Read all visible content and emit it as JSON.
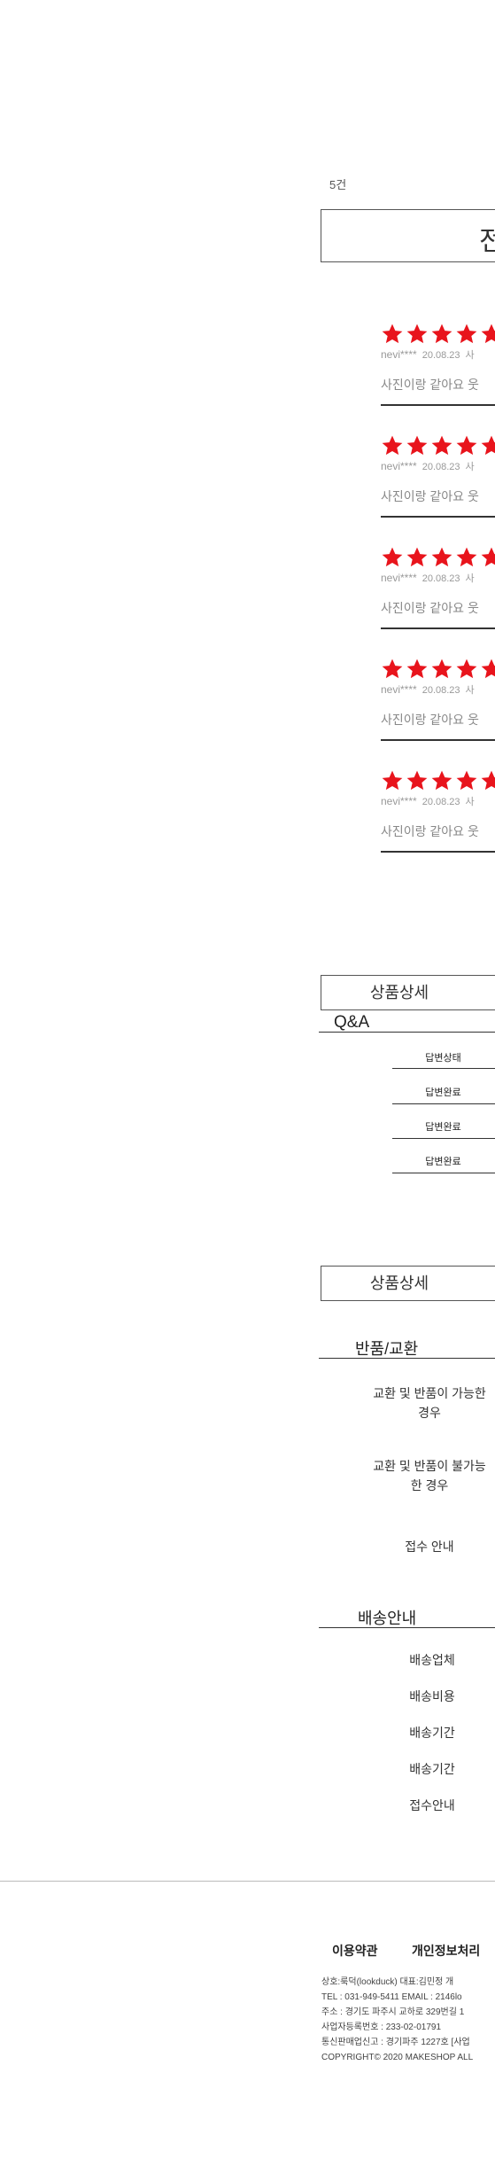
{
  "reviews": {
    "count_label": "5건",
    "filter_label": "전",
    "items": [
      {
        "rating": 5,
        "user": "nevi****",
        "date": "20.08.23",
        "extra": "사",
        "text": "사진이랑 같아요 웃"
      },
      {
        "rating": 5,
        "user": "nevi****",
        "date": "20.08.23",
        "extra": "사",
        "text": "사진이랑 같아요 웃"
      },
      {
        "rating": 5,
        "user": "nevi****",
        "date": "20.08.23",
        "extra": "사",
        "text": "사진이랑 같아요 웃"
      },
      {
        "rating": 5,
        "user": "nevi****",
        "date": "20.08.23",
        "extra": "사",
        "text": "사진이랑 같아요 웃"
      },
      {
        "rating": 5,
        "user": "nevi****",
        "date": "20.08.23",
        "extra": "사",
        "text": "사진이랑 같아요 웃"
      }
    ],
    "star_color": "#e8141c"
  },
  "detail_buttons": {
    "first": "상품상세",
    "second": "상품상세"
  },
  "qa": {
    "title": "Q&A",
    "header": "답변상태",
    "rows": [
      "답변완료",
      "답변완료",
      "답변완료"
    ]
  },
  "returns": {
    "title": "반품/교환",
    "possible": "교환 및 반품이 가능한 경우",
    "impossible": "교환 및 반품이 불가능한 경우",
    "reception": "접수 안내"
  },
  "delivery": {
    "title": "배송안내",
    "items": [
      "배송업체",
      "배송비용",
      "배송기간",
      "배송기간",
      "접수안내"
    ]
  },
  "footer": {
    "terms": "이용약관",
    "privacy": "개인정보처리",
    "lines": [
      "상호:룩덕(lookduck)   대표:김민정   개",
      "TEL : 031-949-5411   EMAIL : 2146lo",
      "주소 : 경기도 파주시 교하로 329번길 1",
      "사업자등록번호 : 233-02-01791",
      "통신판매업신고 : 경기파주 1227호 [사업",
      "COPYRIGHT© 2020 MAKESHOP ALL"
    ]
  }
}
